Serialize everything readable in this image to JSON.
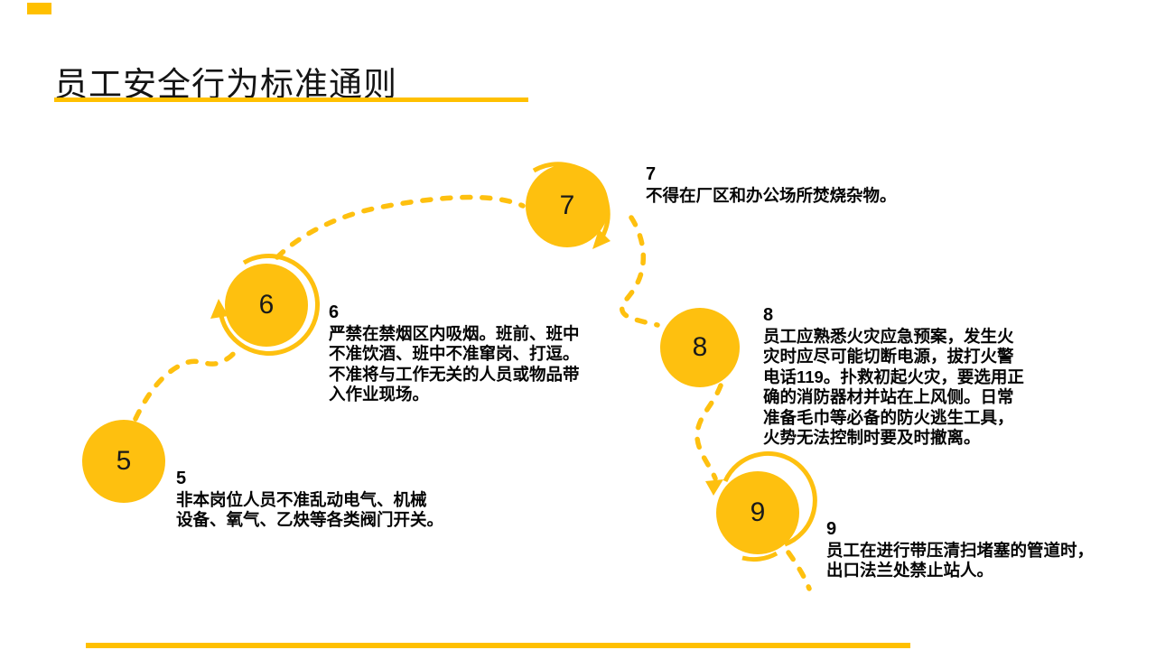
{
  "slide": {
    "title": "员工安全行为标准通则",
    "colors": {
      "accent": "#FFC000",
      "circle_fill": "#FEC00F",
      "text": "#050505",
      "title_text": "#141414"
    }
  },
  "steps": [
    {
      "number": "5",
      "text": "非本岗位人员不准乱动电气、机械\n设备、氧气、乙炔等各类阀门开关。"
    },
    {
      "number": "6",
      "text": "严禁在禁烟区内吸烟。班前、班中\n不准饮酒、班中不准窜岗、打逗。\n不准将与工作无关的人员或物品带\n入作业现场。"
    },
    {
      "number": "7",
      "text": "不得在厂区和办公场所焚烧杂物。"
    },
    {
      "number": "8",
      "text": "员工应熟悉火灾应急预案，发生火\n灾时应尽可能切断电源，拔打火警\n电话119。扑救初起火灾，要选用正\n确的消防器材并站在上风侧。日常\n准备毛巾等必备的防火逃生工具，\n火势无法控制时要及时撤离。"
    },
    {
      "number": "9",
      "text": "员工在进行带压清扫堵塞的管道时，\n出口法兰处禁止站人。"
    }
  ]
}
